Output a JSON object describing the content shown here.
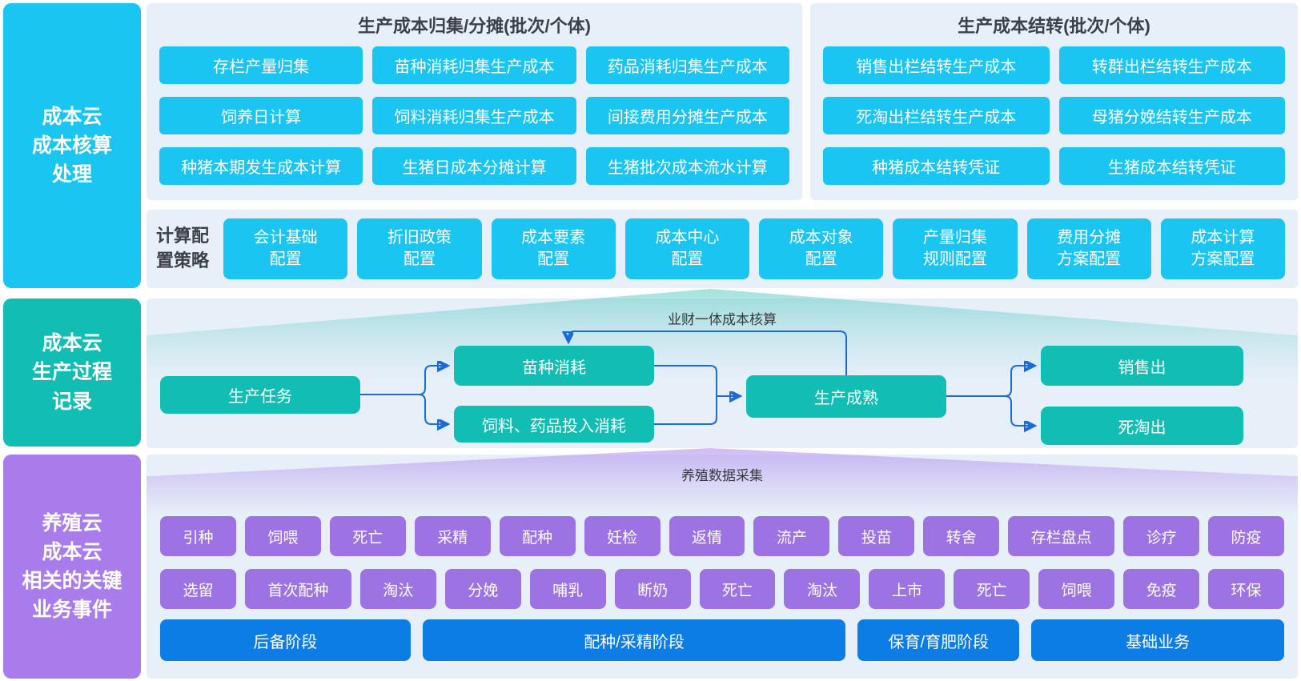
{
  "palette": {
    "cyan": "#1BC5F1",
    "teal": "#12BEB4",
    "purple_rail": "#A87CEB",
    "purple_button": "#9D72E2",
    "stage_blue": "#0D7DE6",
    "panel_background": "#E7EFF9",
    "connector_blue": "#1A6BD8",
    "heading_text": "#3C4147"
  },
  "left_rail": {
    "cost_processing": "成本云\n成本核算\n处理",
    "production_record": "成本云\n生产过程\n记录",
    "business_events": "养殖云\n成本云\n相关的关键\n业务事件"
  },
  "cost_collection_panel": {
    "title": "生产成本归集/分摊(批次/个体)",
    "buttons": [
      "存栏产量归集",
      "苗种消耗归集生产成本",
      "药品消耗归集生产成本",
      "饲养日计算",
      "饲料消耗归集生产成本",
      "间接费用分摊生产成本",
      "种猪本期发生成本计算",
      "生猪日成本分摊计算",
      "生猪批次成本流水计算"
    ]
  },
  "cost_carryover_panel": {
    "title": "生产成本结转(批次/个体)",
    "buttons": [
      "销售出栏结转生产成本",
      "转群出栏结转生产成本",
      "死淘出栏结转生产成本",
      "母猪分娩结转生产成本",
      "种猪成本结转凭证",
      "生猪成本结转凭证"
    ]
  },
  "config_panel": {
    "label": "计算配\n置策略",
    "buttons": [
      "会计基础\n配置",
      "折旧政策\n配置",
      "成本要素\n配置",
      "成本中心\n配置",
      "成本对象\n配置",
      "产量归集\n规则配置",
      "费用分摊\n方案配置",
      "成本计算\n方案配置"
    ]
  },
  "process_flow": {
    "banner": "业财一体成本核算",
    "nodes": {
      "task": "生产任务",
      "seedling": "苗种消耗",
      "feed": "饲料、药品投入消耗",
      "mature": "生产成熟",
      "sale": "销售出",
      "death": "死淘出"
    }
  },
  "breeding_events": {
    "banner": "养殖数据采集",
    "row1": [
      "引种",
      "饲喂",
      "死亡",
      "采精",
      "配种",
      "妊检",
      "返情",
      "流产",
      "投苗",
      "转舍",
      "存栏盘点",
      "诊疗",
      "防疫"
    ],
    "row2": [
      "选留",
      "首次配种",
      "淘汰",
      "分娩",
      "哺乳",
      "断奶",
      "死亡",
      "淘汰",
      "上市",
      "死亡",
      "饲喂",
      "免疫",
      "环保"
    ],
    "stages": [
      "后备阶段",
      "配种/采精阶段",
      "保育/育肥阶段",
      "基础业务"
    ]
  }
}
